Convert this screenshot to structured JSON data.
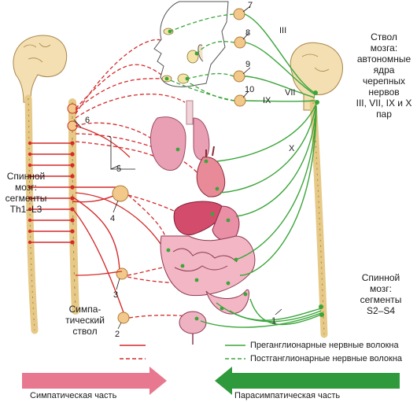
{
  "labels": {
    "brainstem": [
      "Ствол",
      "мозга:",
      "автономные",
      "ядра",
      "черепных",
      "нервов",
      "III, VII, IX и X",
      "пар"
    ],
    "spinal_left": [
      "Спинной",
      "мозг:",
      "сегменты",
      "Th1–L3"
    ],
    "spinal_right": [
      "Спинной",
      "мозг:",
      "сегменты",
      "S2–S4"
    ],
    "trunk": [
      "Симпа-",
      "тический",
      "ствол"
    ]
  },
  "numbers": {
    "n1": "1",
    "n2": "2",
    "n3": "3",
    "n4": "4",
    "n5": "5",
    "n6": "6",
    "n7": "7",
    "n8": "8",
    "n9": "9",
    "n10": "10"
  },
  "roman": {
    "iii": "III",
    "vii": "VII",
    "ix": "IX",
    "x": "X"
  },
  "legend": {
    "pre": "Преганглионарные нервные волокна",
    "post": "Постганглионарные нервные волокна"
  },
  "arrows": {
    "sympathetic": "Симпатическая часть",
    "parasympathetic": "Парасимпатическая часть"
  },
  "colors": {
    "sympathetic": "#d42a2a",
    "parasympathetic": "#3aa53a",
    "sympathetic_arrow": "#e8788f",
    "parasympathetic_arrow": "#2f9a3c",
    "ganglion": "#f2c98a",
    "organ": "#e9a0b4"
  }
}
